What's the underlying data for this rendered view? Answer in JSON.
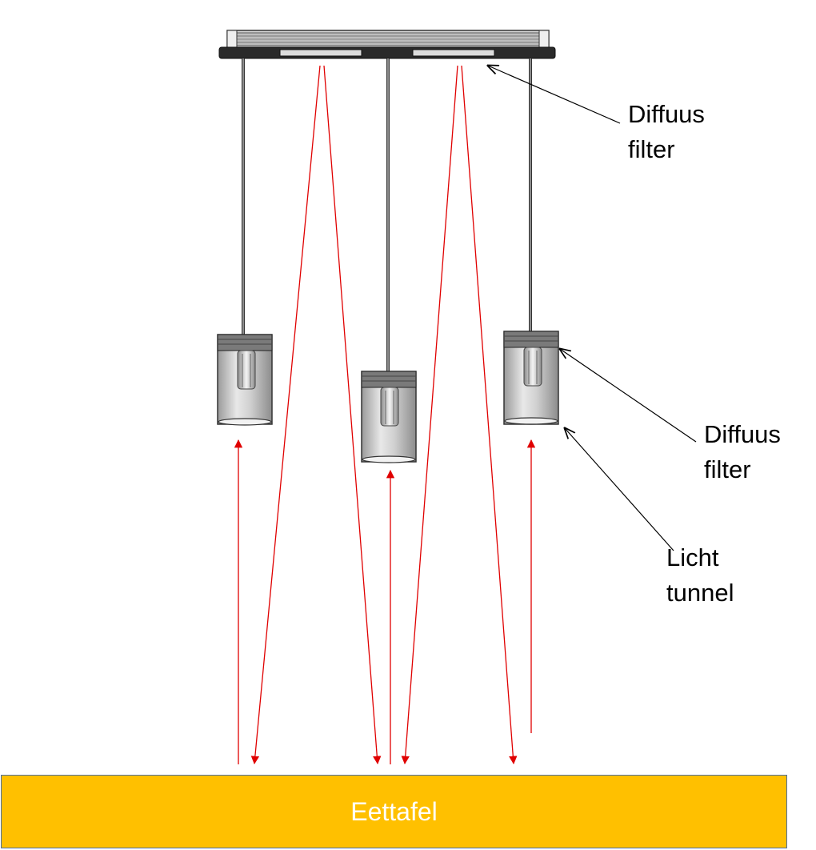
{
  "labels": {
    "top_filter_line1": "Diffuus",
    "top_filter_line2": "filter",
    "lamp_filter_line1": "Diffuus",
    "lamp_filter_line2": "filter",
    "tunnel_line1": "Licht",
    "tunnel_line2": "tunnel"
  },
  "table": {
    "label": "Eettafel"
  },
  "colors": {
    "table_fill": "#ffc000",
    "light_ray": "#e00000",
    "annotation_line": "#000000"
  }
}
